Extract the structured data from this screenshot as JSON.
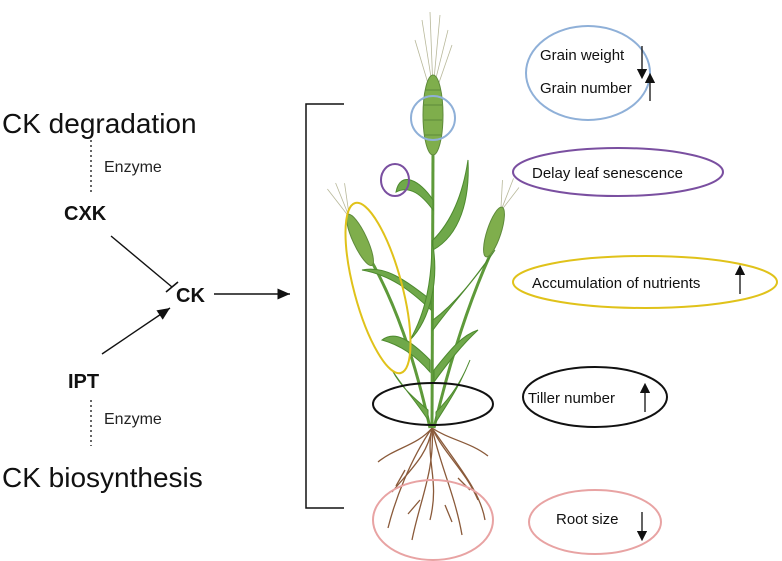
{
  "pathway": {
    "degradation_label": "CK degradation",
    "enzyme_top": "Enzyme",
    "cxk_label": "CXK",
    "ck_label": "CK",
    "ipt_label": "IPT",
    "enzyme_bottom": "Enzyme",
    "biosynthesis_label": "CK biosynthesis"
  },
  "effects": {
    "grain_weight": "Grain weight",
    "grain_number": "Grain number",
    "delay_leaf_senescence": "Delay leaf senescence",
    "accumulation_nutrients": "Accumulation of nutrients",
    "tiller_number": "Tiller number",
    "root_size": "Root size"
  },
  "colors": {
    "grain_oval": "#8fb0d8",
    "leaf_oval": "#7a4fa0",
    "nutrients_oval": "#e0c21a",
    "tiller_oval": "#111111",
    "root_oval": "#e8a3a3",
    "plant_green": "#5e9a3a",
    "root_brown": "#8a5a3a"
  }
}
